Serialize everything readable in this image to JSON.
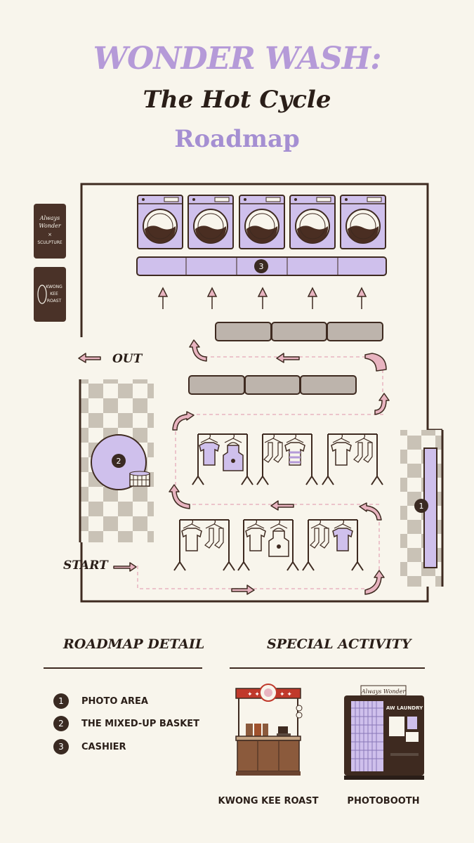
{
  "title": {
    "line1": "WONDER WASH:",
    "line2": "The Hot Cycle",
    "line3": "Roadmap"
  },
  "map": {
    "labels": {
      "out": "OUT",
      "start": "START"
    },
    "sign_always_wonder": {
      "line1": "Always",
      "line2": "Wonder",
      "line3": "×",
      "line4": "SCULPTURE"
    },
    "sign_kwong_kee": {
      "line1": "KWONG",
      "line2": "KEE",
      "line3": "ROAST"
    },
    "markers": {
      "photo_area": "1",
      "basket": "2",
      "cashier": "3"
    }
  },
  "roadmap_detail": {
    "title": "ROADMAP DETAIL",
    "items": [
      {
        "num": "1",
        "label": "PHOTO AREA"
      },
      {
        "num": "2",
        "label": "THE MIXED-UP BASKET"
      },
      {
        "num": "3",
        "label": "CASHIER"
      }
    ]
  },
  "special_activity": {
    "title": "SPECIAL ACTIVITY",
    "items": [
      {
        "label": "KWONG KEE ROAST"
      },
      {
        "label": "PHOTOBOOTH"
      }
    ],
    "photobooth_sign": "Always Wonder",
    "photobooth_screen": "AW LAUNDRY"
  },
  "colors": {
    "lavender": "#c9b8ea",
    "dark_brown": "#3e2a20",
    "pink_arrow": "#e8b4c0",
    "checker_grey": "#c9c2b6",
    "bench": "#bdb4ac"
  }
}
